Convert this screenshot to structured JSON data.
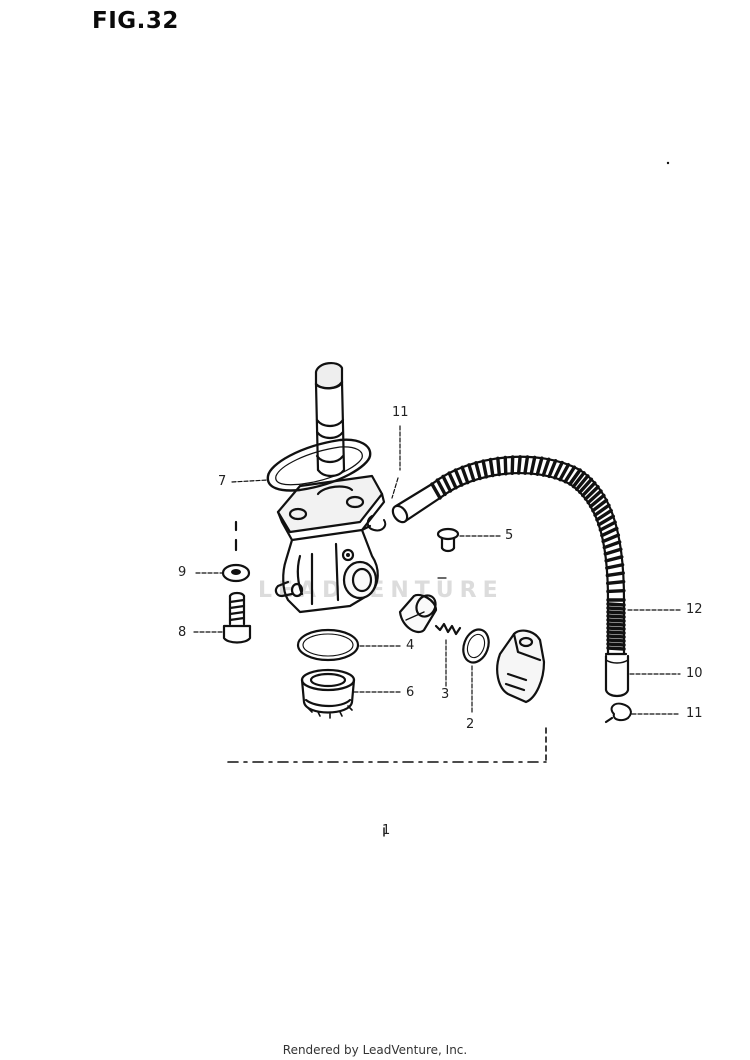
{
  "header": {
    "figure_label": "FIG.32"
  },
  "watermark": {
    "text": "LEADVENTURE"
  },
  "callouts": {
    "c1": "1",
    "c2": "2",
    "c3": "3",
    "c4": "4",
    "c5": "5",
    "c6": "6",
    "c7": "7",
    "c8": "8",
    "c9": "9",
    "c10": "10",
    "c11_top": "11",
    "c11_right": "11",
    "c12": "12"
  },
  "footer": {
    "credit": "Rendered by LeadVenture, Inc."
  },
  "colors": {
    "ink": "#111111",
    "watermark": "#dcdcdc",
    "background": "#ffffff"
  }
}
